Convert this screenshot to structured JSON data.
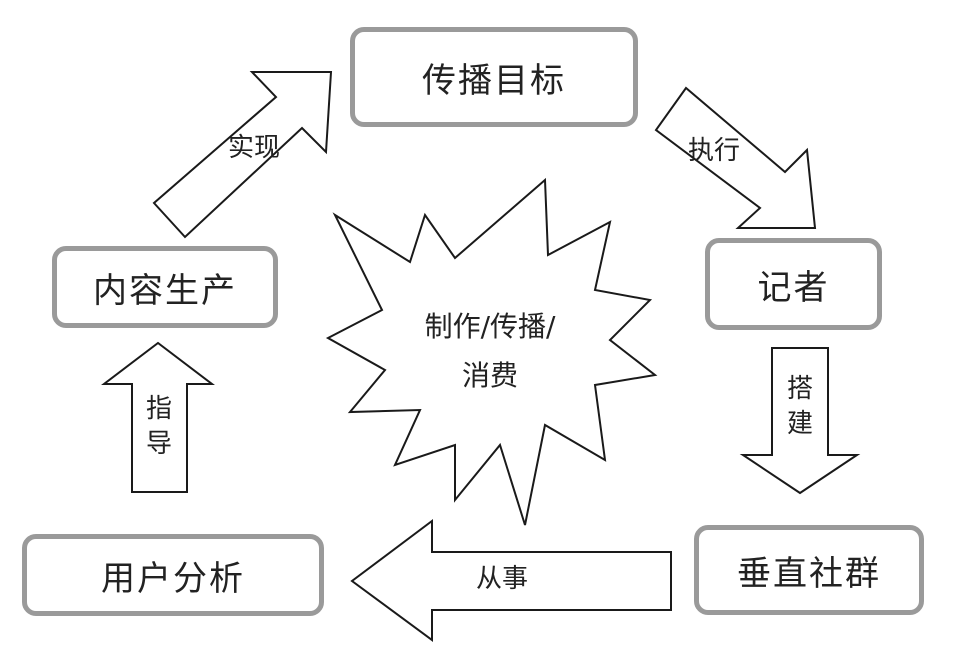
{
  "nodes": {
    "goal": "传播目标",
    "reporter": "记者",
    "community": "垂直社群",
    "user_analysis": "用户分析",
    "content": "内容生产"
  },
  "edges": {
    "realize": "实现",
    "execute": "执行",
    "build": "搭建",
    "engage": "从事",
    "guide": "指导"
  },
  "center": {
    "line1": "制作/传播/",
    "line2": "消费"
  }
}
